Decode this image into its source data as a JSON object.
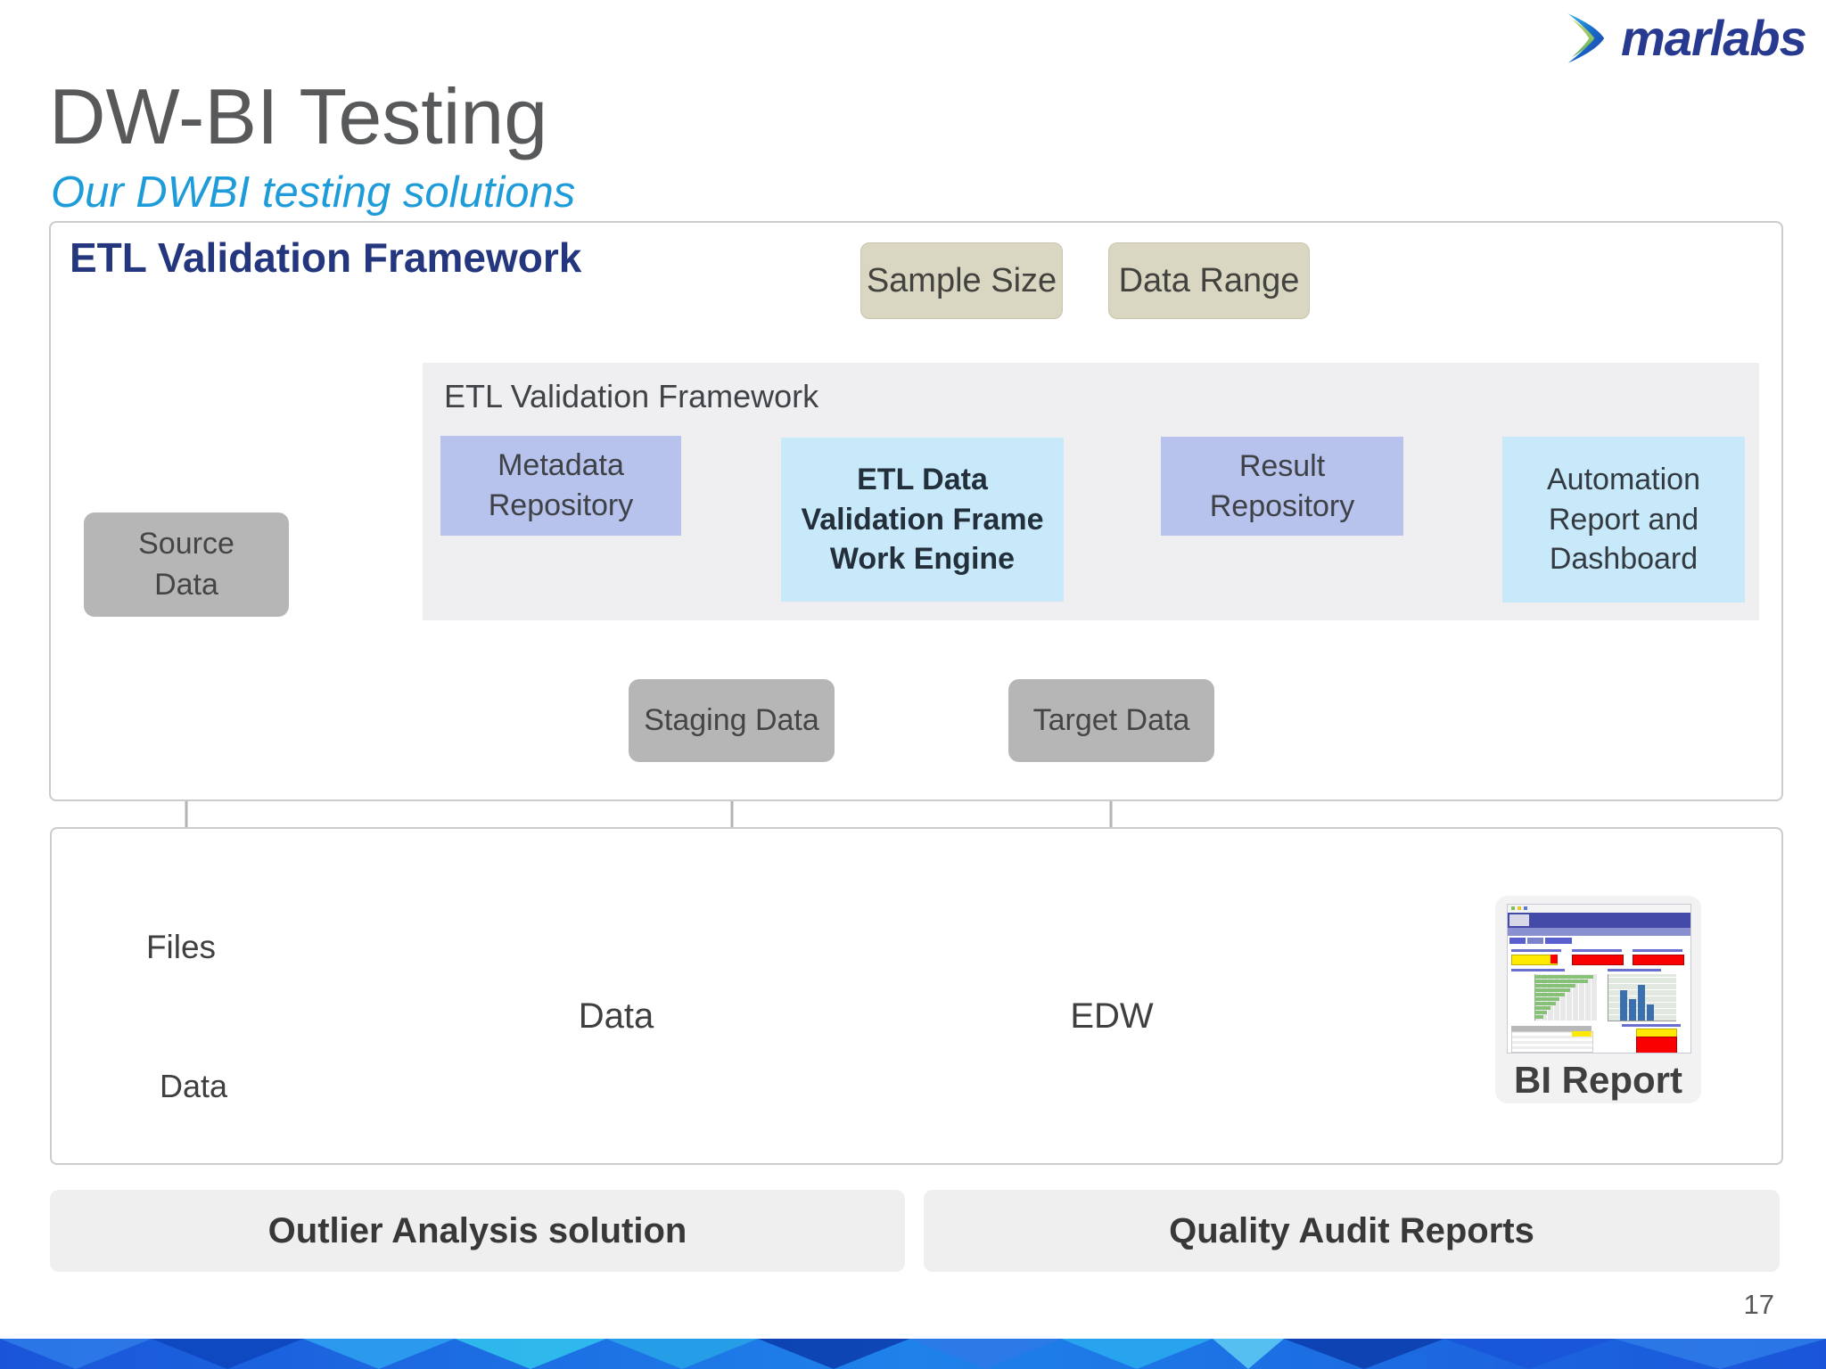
{
  "logo": {
    "brand": "marlabs"
  },
  "header": {
    "title": "DW-BI Testing",
    "subtitle": "Our DWBI testing solutions"
  },
  "framework": {
    "heading": "ETL Validation Framework",
    "sample_size_label": "Sample Size",
    "data_range_label": "Data Range",
    "panel_label": "ETL Validation Framework",
    "metadata_lines": [
      "Metadata",
      "Repository"
    ],
    "engine_lines": [
      "ETL Data",
      "Validation Frame",
      "Work Engine"
    ],
    "result_lines": [
      "Result",
      "Repository"
    ],
    "automation_lines": [
      "Automation",
      "Report and",
      "Dashboard"
    ],
    "source_lines": [
      "Source",
      "Data"
    ],
    "staging_label": "Staging Data",
    "target_label": "Target Data"
  },
  "pipeline": {
    "files_label": "Files",
    "files_db_label": "Data",
    "staging_db_label": "Data",
    "edw_label": "EDW",
    "bi_report_label": "BI Report"
  },
  "footer": {
    "left_bar_label": "Outlier Analysis solution",
    "right_bar_label": "Quality Audit Reports",
    "page_number": "17"
  },
  "colors": {
    "accent_blue": "#1e9cd9",
    "navy_heading": "#24367d",
    "tan_box": "#d9d6c1",
    "lavender_box": "#b7c3ec",
    "lightblue_box": "#c8e9fa",
    "gray_node": "#b7b6b7",
    "connector_gray": "#b3b3b3",
    "cylinder_outline_red": "#c0504d",
    "mint_green": "#ddeee7"
  }
}
